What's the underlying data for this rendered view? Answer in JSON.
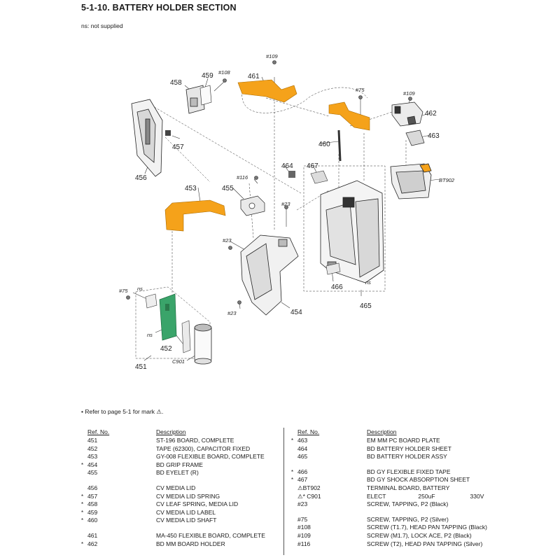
{
  "header": {
    "title": "5-1-10. BATTERY HOLDER SECTION",
    "ns_note": "ns: not supplied"
  },
  "diagram": {
    "labels": {
      "l451": "451",
      "l452": "452",
      "l453": "453",
      "l454": "454",
      "l455": "455",
      "l456": "456",
      "l457": "457",
      "l458": "458",
      "l459": "459",
      "l460": "460",
      "l461": "461",
      "l462": "462",
      "l463": "463",
      "l464": "464",
      "l465": "465",
      "l466": "466",
      "l467": "467",
      "lbt902": "BT902",
      "lc901": "C901",
      "s108": "#108",
      "s109a": "#109",
      "s109b": "#109",
      "s75a": "#75",
      "s75b": "#75",
      "s116": "#116",
      "s23a": "#23",
      "s23b": "#23",
      "s23c": "#23",
      "ns1": "ns",
      "ns2": "ns",
      "ns3": "ns"
    }
  },
  "refer_note": "• Refer to page 5-1 for mark ⚠.",
  "table": {
    "headers": {
      "ref": "Ref. No.",
      "desc": "Description"
    },
    "left_rows": [
      {
        "mark": "",
        "ref": "451",
        "desc": "ST-196 BOARD, COMPLETE"
      },
      {
        "mark": "",
        "ref": "452",
        "desc": "TAPE (62300), CAPACITOR FIXED"
      },
      {
        "mark": "",
        "ref": "453",
        "desc": "GY-008 FLEXIBLE BOARD, COMPLETE"
      },
      {
        "mark": "*",
        "ref": "454",
        "desc": "BD GRIP FRAME"
      },
      {
        "mark": "",
        "ref": "455",
        "desc": "BD EYELET (R)"
      },
      {
        "gap": true
      },
      {
        "mark": "",
        "ref": "456",
        "desc": "CV MEDIA LID"
      },
      {
        "mark": "*",
        "ref": "457",
        "desc": "CV MEDIA LID SPRING"
      },
      {
        "mark": "*",
        "ref": "458",
        "desc": "CV LEAF SPRING, MEDIA LID"
      },
      {
        "mark": "*",
        "ref": "459",
        "desc": "CV MEDIA LID LABEL"
      },
      {
        "mark": "*",
        "ref": "460",
        "desc": "CV MEDIA LID SHAFT"
      },
      {
        "gap": true
      },
      {
        "mark": "",
        "ref": "461",
        "desc": "MA-450 FLEXIBLE BOARD, COMPLETE"
      },
      {
        "mark": "*",
        "ref": "462",
        "desc": "BD MM BOARD HOLDER"
      }
    ],
    "right_rows": [
      {
        "mark": "*",
        "ref": "463",
        "desc": "EM MM PC BOARD PLATE"
      },
      {
        "mark": "",
        "ref": "464",
        "desc": "BD BATTERY HOLDER SHEET"
      },
      {
        "mark": "",
        "ref": "465",
        "desc": "BD BATTERY HOLDER ASSY"
      },
      {
        "gap": true
      },
      {
        "mark": "*",
        "ref": "466",
        "desc": "BD GY FLEXIBLE FIXED TAPE"
      },
      {
        "mark": "*",
        "ref": "467",
        "desc": "BD GY SHOCK ABSORPTION SHEET"
      },
      {
        "mark": "",
        "ref": "⚠BT902",
        "desc": "TERMINAL BOARD, BATTERY"
      },
      {
        "mark": "",
        "ref": "⚠* C901",
        "desc": "ELECT",
        "extra1": "250uF",
        "extra2": "330V"
      },
      {
        "mark": "",
        "ref": "#23",
        "desc": "SCREW, TAPPING, P2 (Black)"
      },
      {
        "gap": true
      },
      {
        "mark": "",
        "ref": "#75",
        "desc": "SCREW, TAPPING, P2 (Silver)"
      },
      {
        "mark": "",
        "ref": "#108",
        "desc": "SCREW (T1.7), HEAD PAN TAPPING (Black)"
      },
      {
        "mark": "",
        "ref": "#109",
        "desc": "SCREW (M1.7), LOCK ACE, P2 (Black)"
      },
      {
        "mark": "",
        "ref": "#116",
        "desc": "SCREW (T2), HEAD PAN TAPPING (Silver)"
      }
    ]
  },
  "colors": {
    "flex": "#f5a21a",
    "board": "#3aa46a",
    "line": "#333333"
  }
}
